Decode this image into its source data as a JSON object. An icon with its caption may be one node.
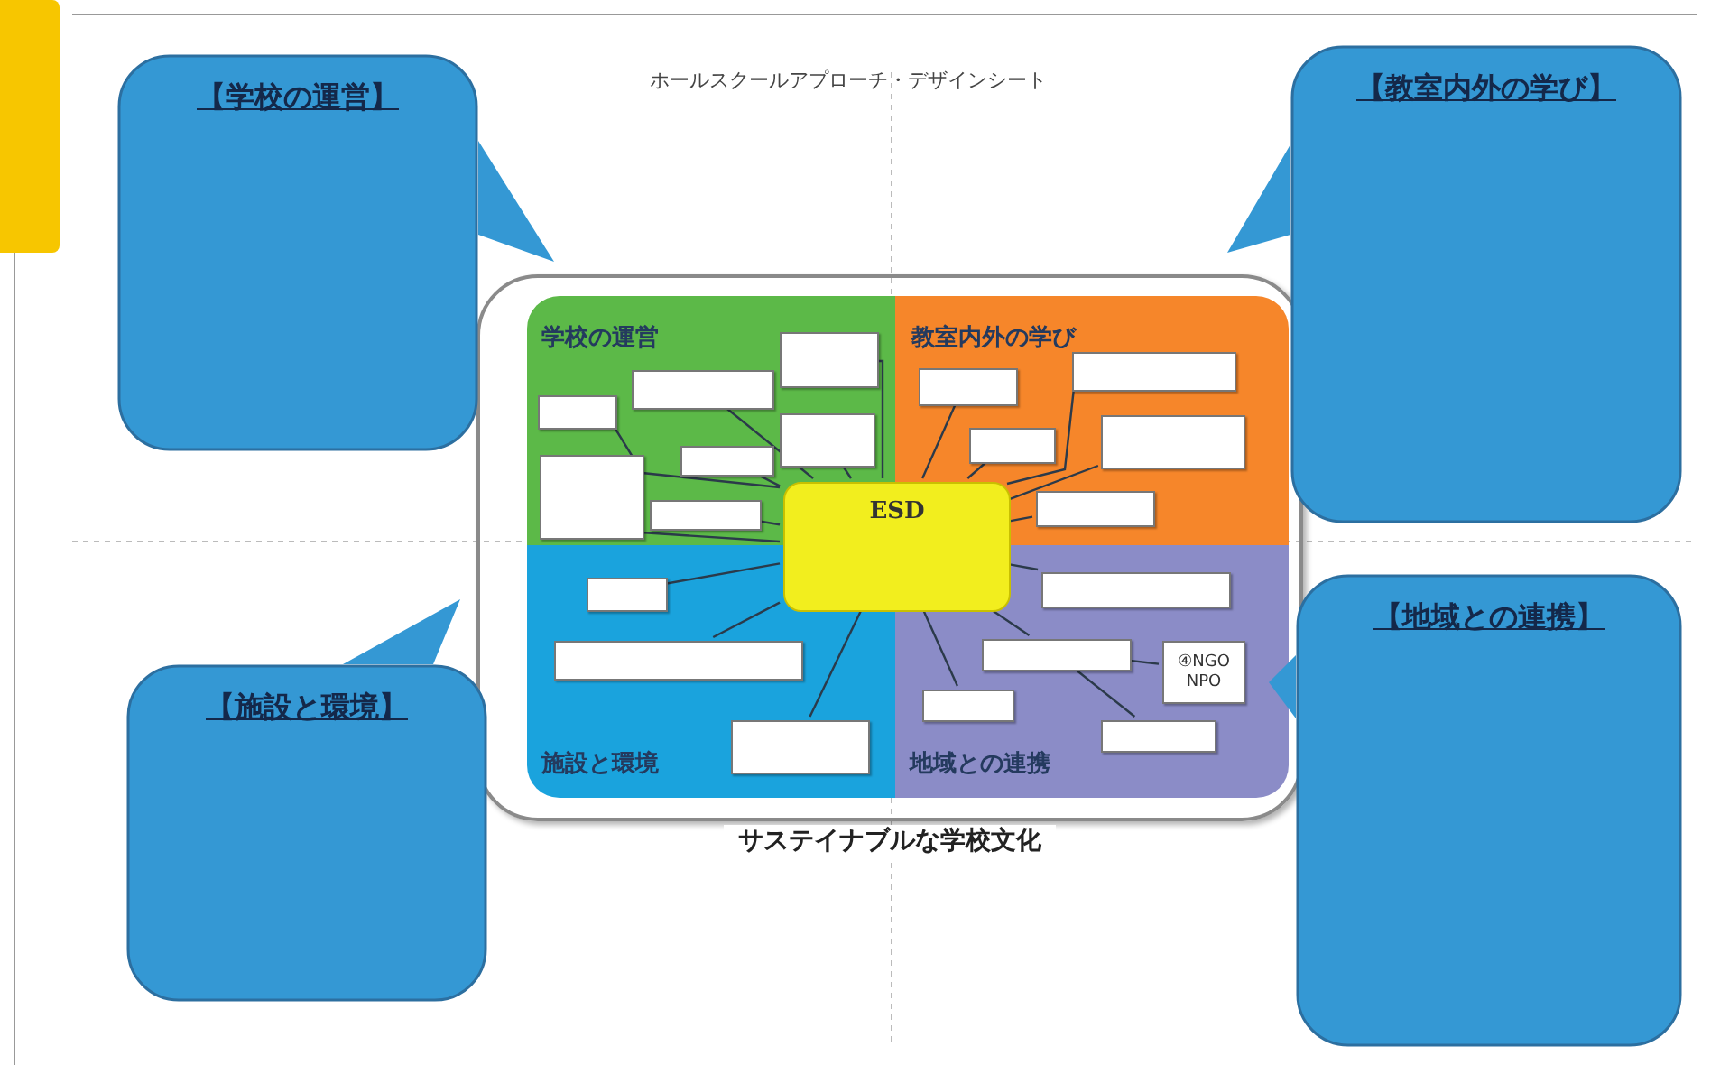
{
  "diagram": {
    "title": "ホールスクールアプローチ・デザインシート",
    "nodes": [
      {
        "text": [
          "サステイナブルな学校文化"
        ]
      },
      {
        "text": [
          "学校の運営"
        ],
        "in": 0
      },
      {
        "text": [
          "教室内外の学び"
        ],
        "in": 0
      },
      {
        "text": [
          "施設と環境"
        ],
        "in": 0
      },
      {
        "text": [
          "地域との連携"
        ],
        "in": 0
      },
      {
        "text": [
          "ESD"
        ],
        "in": 0
      },
      {
        "text": [],
        "shape": "box",
        "in": 1
      },
      {
        "text": [],
        "shape": "box",
        "in": 1
      },
      {
        "text": [],
        "shape": "box",
        "in": 1
      },
      {
        "text": [],
        "shape": "box",
        "in": 1
      },
      {
        "text": [],
        "shape": "box",
        "in": 1
      },
      {
        "text": [],
        "shape": "box",
        "in": 1
      },
      {
        "text": [],
        "shape": "box",
        "in": 1
      },
      {
        "text": [],
        "shape": "box",
        "in": 2
      },
      {
        "text": [],
        "shape": "box",
        "in": 2
      },
      {
        "text": [],
        "shape": "box",
        "in": 2
      },
      {
        "text": [],
        "shape": "box",
        "in": 2
      },
      {
        "text": [],
        "shape": "box",
        "in": 2
      },
      {
        "text": [],
        "shape": "box",
        "in": 3
      },
      {
        "text": [],
        "shape": "box",
        "in": 3
      },
      {
        "text": [],
        "shape": "box",
        "in": 3
      },
      {
        "text": [],
        "shape": "box",
        "in": 4
      },
      {
        "text": [],
        "shape": "box",
        "in": 4
      },
      {
        "text": [
          "④NGO NPO"
        ],
        "in": 4
      },
      {
        "text": [],
        "shape": "box",
        "in": 4
      },
      {
        "text": [],
        "shape": "box",
        "in": 4
      },
      {
        "text": [
          "【学校の運営】"
        ]
      },
      {
        "text": [
          "【教室内外の学び】"
        ]
      },
      {
        "text": [
          "【施設と環境】"
        ]
      },
      {
        "text": [
          "【地域との連携】"
        ]
      },
      {
        "text": [],
        "shape": "box"
      }
    ],
    "edges": [
      {
        "from": 6,
        "to": 5,
        "arrow": "none"
      },
      {
        "from": 7,
        "to": 5,
        "arrow": "none"
      },
      {
        "from": 8,
        "to": 5,
        "arrow": "none"
      },
      {
        "from": 9,
        "to": 5,
        "arrow": "none"
      },
      {
        "from": 10,
        "to": 5,
        "arrow": "none"
      },
      {
        "from": 11,
        "to": 5,
        "arrow": "none"
      },
      {
        "from": 12,
        "to": 5,
        "arrow": "none"
      },
      {
        "from": 13,
        "to": 5,
        "arrow": "none"
      },
      {
        "from": 14,
        "to": 5,
        "arrow": "none"
      },
      {
        "from": 15,
        "to": 5,
        "arrow": "none"
      },
      {
        "from": 16,
        "to": 5,
        "arrow": "none"
      },
      {
        "from": 17,
        "to": 5,
        "arrow": "none"
      },
      {
        "from": 18,
        "to": 5,
        "arrow": "none"
      },
      {
        "from": 19,
        "to": 5,
        "arrow": "none"
      },
      {
        "from": 20,
        "to": 5,
        "arrow": "none"
      },
      {
        "from": 21,
        "to": 5,
        "arrow": "none"
      },
      {
        "from": 22,
        "to": 5,
        "arrow": "none"
      },
      {
        "from": 22,
        "to": 23,
        "arrow": "none"
      },
      {
        "from": 24,
        "to": 5,
        "arrow": "none"
      },
      {
        "from": 22,
        "to": 25,
        "arrow": "none"
      }
    ]
  }
}
